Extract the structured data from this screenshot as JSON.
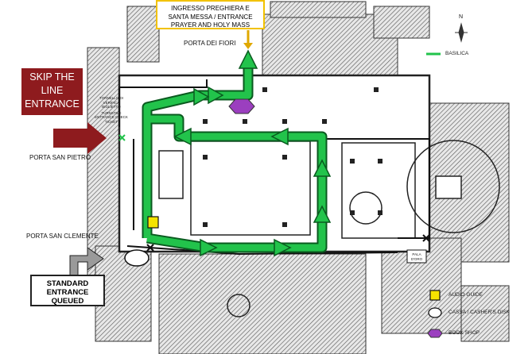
{
  "labels": {
    "skip_the_line": "SKIP THE LINE ENTRANCE",
    "top_entrance_line1": "INGRESSO PREGHIERA E",
    "top_entrance_line2": "SANTA MESSA / ENTRANCE",
    "top_entrance_line3": "PRAYER AND HOLY MASS",
    "porta_dei_fiori": "PORTA DEI FIORI",
    "porta_san_pietro": "PORTA SAN PIETRO",
    "porta_san_clemente": "PORTA SAN CLEMENTE",
    "standard_entrance": "STANDARD ENTRANCE QUEUED",
    "tornelli_line1": "TORNELLO DI",
    "tornelli_line2": "VERIFICA BIGLIETTO",
    "tornelli_line3": "TURNSTILE",
    "tornelli_line4": "ENTRANCE CHECK",
    "tornelli_line5": "TICKET",
    "pala_line1": "PALA",
    "pala_line2": "D'ORO"
  },
  "legend": {
    "basilica": "BASILICA",
    "audio_guide": "AUDIO GUIDE",
    "cassa": "CASSA / CASHER'S DISK",
    "book_shop": "BOOK SHOP"
  },
  "compass": {
    "north_label": "N"
  },
  "colors": {
    "route_green": "#22c34b",
    "skip_red": "#8e1b1e",
    "entrance_box_border": "#f2c200",
    "audio_yellow": "#f5e300",
    "book_shop_purple": "#9b3fbf",
    "standard_arrow_gray": "#9a9a9a"
  }
}
